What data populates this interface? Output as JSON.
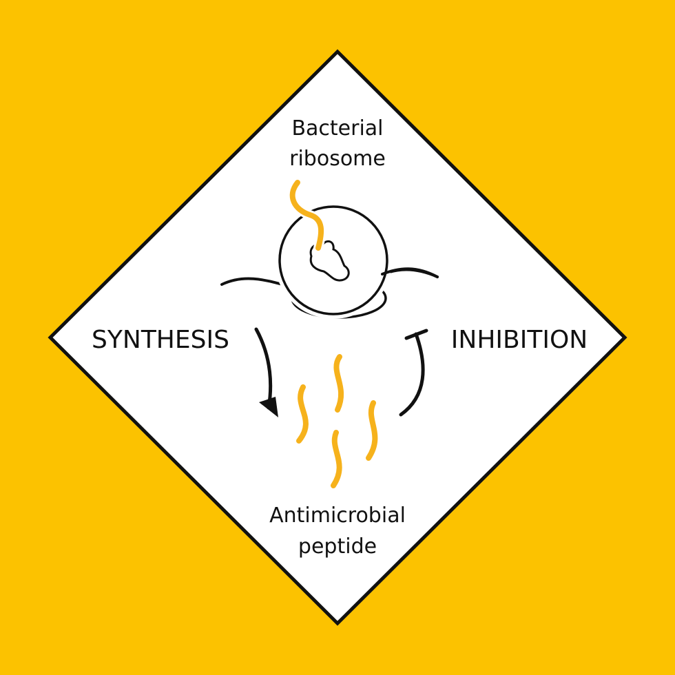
{
  "colors": {
    "background": "#FCC200",
    "panel": "#FFFFFF",
    "outline": "#111111",
    "peptide": "#F6B21C"
  },
  "labels": {
    "ribosome_line1": "Bacterial",
    "ribosome_line2": "ribosome",
    "left_process": "SYNTHESIS",
    "right_process": "INHIBITION",
    "peptide_line1": "Antimicrobial",
    "peptide_line2": "peptide"
  },
  "icons": {
    "ribosome": "ribosome-icon",
    "synthesis_arrow": "curved-arrow-icon",
    "inhibition_arrow": "inhibition-bar-arrow-icon",
    "peptides": "peptide-squiggle-icon"
  }
}
